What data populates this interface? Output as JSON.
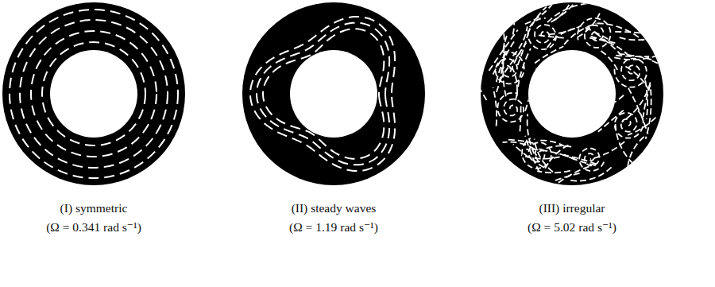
{
  "diagram": {
    "labels": [
      "(I) symmetric",
      "(II) steady waves",
      "(III) irregular",
      "(Ω = 0.341 rad s⁻¹)",
      "(Ω = 1.19 rad s⁻¹)",
      "(Ω = 5.02 rad s⁻¹)"
    ]
  }
}
